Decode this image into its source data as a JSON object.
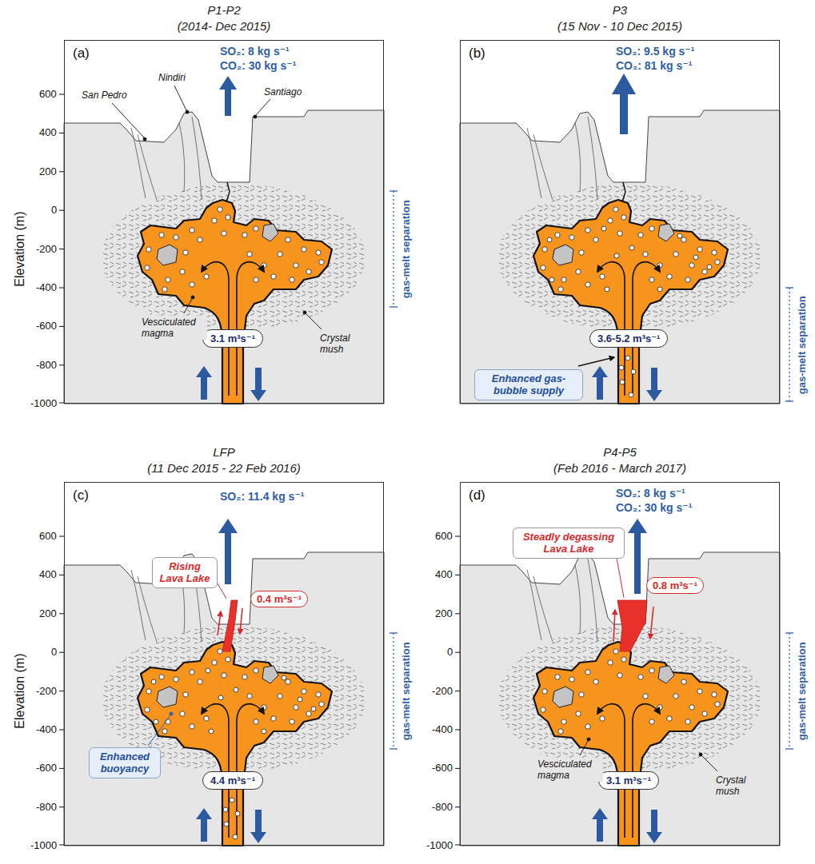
{
  "diagram": {
    "nodes": [
      {
        "text": [
          "P1-P2",
          "(2014- Dec 2015)",
          "(a)"
        ]
      },
      {
        "text": [
          "3.1 m³s⁻¹"
        ],
        "in": 0
      },
      {
        "text": [
          "P3",
          "(15 Nov - 10 Dec 2015)",
          "(b)"
        ]
      },
      {
        "text": [
          "3.6-5.2 m³s⁻¹"
        ],
        "in": 2
      },
      {
        "text": [
          "Enhanced gas-bubble supply"
        ],
        "in": 2
      },
      {
        "text": [
          "LFP",
          "(11 Dec 2015 - 22 Feb 2016)",
          "(c)"
        ]
      },
      {
        "text": [
          "Rising Lava Lake"
        ],
        "in": 5
      },
      {
        "text": [
          "0.4 m³s⁻¹"
        ],
        "in": 5
      },
      {
        "text": [
          "Enhanced buoyancy"
        ],
        "in": 5
      },
      {
        "text": [
          "4.4 m³s⁻¹"
        ],
        "in": 5
      },
      {
        "text": [
          "P4-P5",
          "(Feb 2016 - March 2017)",
          "(d)"
        ]
      },
      {
        "text": [
          "Steadly degassing Lava Lake"
        ],
        "in": 10
      },
      {
        "text": [
          "0.8 m³s⁻¹"
        ],
        "in": 10
      },
      {
        "text": [
          "3.1 m³s⁻¹"
        ],
        "in": 10
      }
    ],
    "labels": [
      "SO₂: 8 kg s⁻¹",
      "CO₂: 30 kg s⁻¹",
      "San Pedro",
      "Nindiri",
      "Santiago",
      "600",
      "400",
      "200",
      "0",
      "-200",
      "-400",
      "-600",
      "-800",
      "-1000",
      "Elevation (m)",
      "gas-melt separation",
      "Vesciculated magma",
      "Crystal mush",
      "SO₂: 9.5 kg s⁻¹",
      "CO₂: 81 kg s⁻¹",
      "gas-melt separation",
      "SO₂: 11.4 kg s⁻¹",
      "600",
      "400",
      "200",
      "0",
      "-200",
      "-400",
      "-600",
      "-800",
      "-1000",
      "Elevation (m)",
      "gas-melt separation",
      "SO₂: 8 kg s⁻¹",
      "CO₂: 30 kg s⁻¹",
      "600",
      "400",
      "200",
      "0",
      "-200",
      "-400",
      "-600",
      "-800",
      "-1000",
      "gas-melt separation",
      "Vesciculated magma",
      "Crystal mush"
    ]
  }
}
